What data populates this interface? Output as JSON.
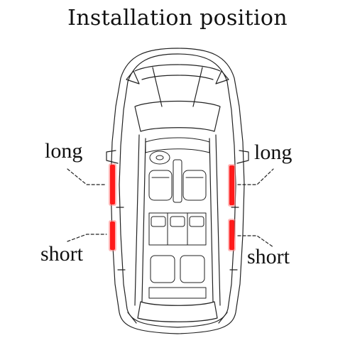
{
  "title": "Installation position",
  "labels": {
    "long_left": "long",
    "long_right": "long",
    "short_left": "short",
    "short_right": "short"
  },
  "colors": {
    "strip": "#ff1a1a",
    "strip_glow": "#ff8080",
    "outline": "#222222"
  },
  "icons": {
    "car": "car-top-view-outline"
  }
}
